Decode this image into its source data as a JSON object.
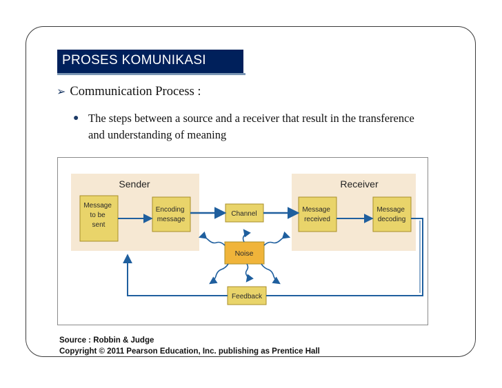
{
  "slide": {
    "title": "PROSES KOMUNIKASI",
    "bullet_main": "Communication Process :",
    "bullet_sub": "The steps between a source and a receiver that result in the transference and understanding of meaning",
    "source_line": "Source : Robbin & Judge",
    "copyright_line": "Copyright © 2011 Pearson Education, Inc. publishing as Prentice Hall"
  },
  "diagram": {
    "sender_label": "Sender",
    "receiver_label": "Receiver",
    "box_message_sent": [
      "Message",
      "to be",
      "sent"
    ],
    "box_encoding": [
      "Encoding",
      "message"
    ],
    "box_channel": [
      "Channel"
    ],
    "box_message_received": [
      "Message",
      "received"
    ],
    "box_decoding": [
      "Message",
      "decoding"
    ],
    "box_noise": [
      "Noise"
    ],
    "box_feedback": [
      "Feedback"
    ]
  },
  "colors": {
    "title_bg": "#00205b",
    "panel_bg": "#f6e8d3",
    "box_fill": "#e9d46a",
    "noise_fill": "#f0b43a",
    "arrow": "#1f5f9e"
  }
}
